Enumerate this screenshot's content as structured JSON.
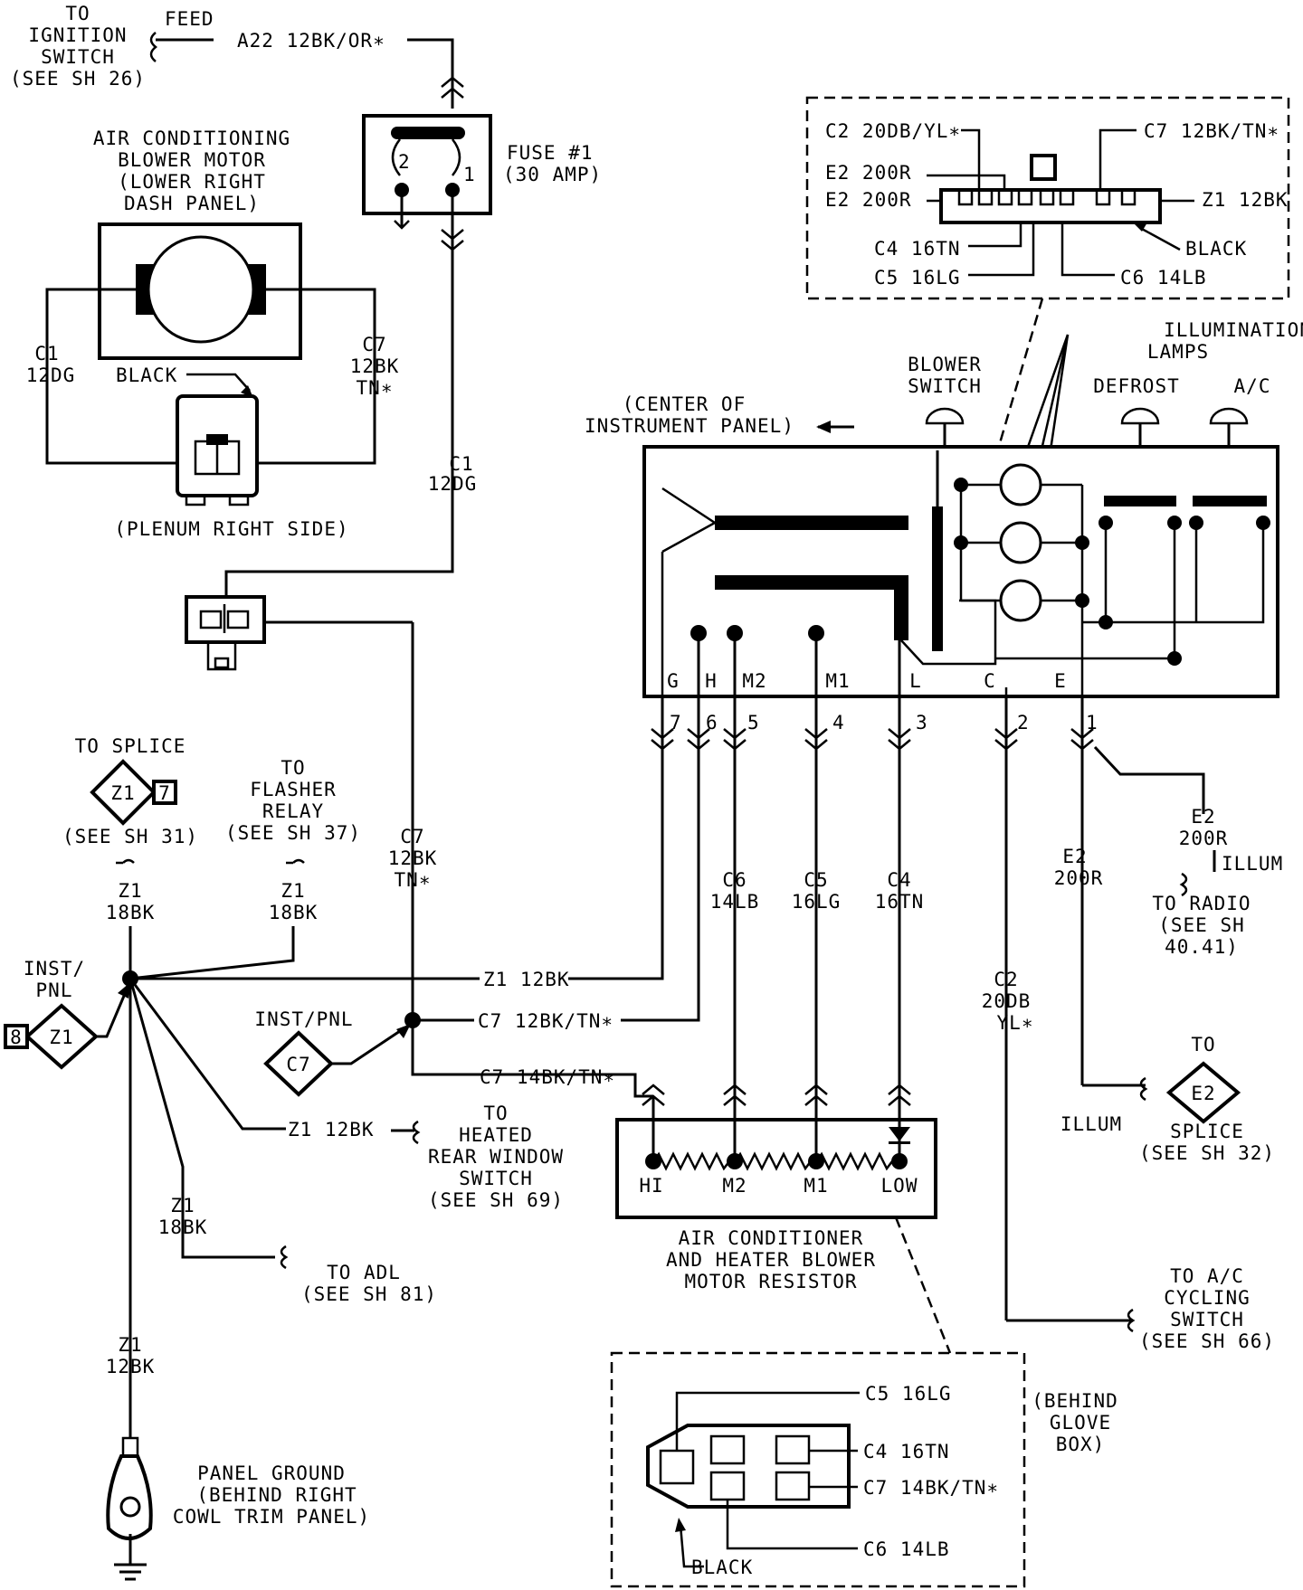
{
  "labels": {
    "ign_1": "TO",
    "ign_2": "IGNITION",
    "ign_3": "SWITCH",
    "ign_4": "(SEE SH 26)",
    "feed": "FEED",
    "a22": "A22 12BK/OR∗",
    "fuse_1": "FUSE #1",
    "fuse_2": "(30 AMP)",
    "fuse_pin2": "2",
    "fuse_pin1": "1",
    "motor_1": "AIR CONDITIONING",
    "motor_2": "BLOWER MOTOR",
    "motor_3": "(LOWER RIGHT",
    "motor_4": "DASH PANEL)",
    "c1_left_1": "C1",
    "c1_left_2": "12DG",
    "black_top": "BLACK",
    "c7_right_1": "C7",
    "c7_right_2": "12BK",
    "c7_right_3": "TN∗",
    "plenum": "(PLENUM RIGHT SIDE)",
    "c1_mid_1": "C1",
    "c1_mid_2": "12DG",
    "conn_c2": "C2 20DB/YL∗",
    "conn_c7": "C7 12BK/TN∗",
    "conn_e2a": "E2 200R",
    "conn_e2b": "E2 200R",
    "conn_z1": "Z1 12BK",
    "conn_c4": "C4 16TN",
    "conn_black": "BLACK",
    "conn_c5": "C5 16LG",
    "conn_c6": "C6 14LB",
    "illum_1": "ILLUMINATION",
    "illum_2": "LAMPS",
    "blower_sw_1": "BLOWER",
    "blower_sw_2": "SWITCH",
    "defrost": "DEFROST",
    "ac": "A/C",
    "center_1": "(CENTER OF",
    "center_2": "INSTRUMENT PANEL)",
    "pin_g": "G",
    "pin_h": "H",
    "pin_m2": "M2",
    "pin_m1": "M1",
    "pin_l": "L",
    "pin_c": "C",
    "pin_e": "E",
    "n7": "7",
    "n6": "6",
    "n5": "5",
    "n4": "4",
    "n3": "3",
    "n2": "2",
    "n1": "1",
    "splice_1": "TO SPLICE",
    "splice_z1": "Z1",
    "splice_7": "7",
    "splice_2": "(SEE SH 31)",
    "flasher_1": "TO",
    "flasher_2": "FLASHER",
    "flasher_3": "RELAY",
    "flasher_4": "(SEE SH 37)",
    "c7_vert_1": "C7",
    "c7_vert_2": "12BK",
    "c7_vert_3": "TN∗",
    "z1a_1": "Z1",
    "z1a_2": "18BK",
    "z1b_1": "Z1",
    "z1b_2": "18BK",
    "e2_right_1": "E2",
    "e2_right_2": "200R",
    "illum_r": "ILLUM",
    "radio_1": "TO RADIO",
    "radio_2": "(SEE SH",
    "radio_3": "40.41)",
    "e2_mid_1": "E2",
    "e2_mid_2": "200R",
    "c6_1": "C6",
    "c6_2": "14LB",
    "c5_1": "C5",
    "c5_2": "16LG",
    "c4_1": "C4",
    "c4_2": "16TN",
    "inst_pnl_1": "INST/",
    "inst_pnl_2": "PNL",
    "z1_diamond": "Z1",
    "z1_8": "8",
    "z1_12bk_a": "Z1 12BK",
    "c7_12bk_tn": "C7 12BK/TN∗",
    "inst_pnl_c7": "INST/PNL",
    "c7_diamond": "C7",
    "c7_14bk_tn": "C7 14BK/TN∗",
    "c2_mid_1": "C2",
    "c2_mid_2": "20DB",
    "c2_mid_3": "YL∗",
    "to_e2": "TO",
    "e2_diamond": "E2",
    "illum_low": "ILLUM",
    "e2_splice_1": "SPLICE",
    "e2_splice_2": "(SEE SH 32)",
    "z1_12bk_b": "Z1 12BK",
    "heated_1": "TO",
    "heated_2": "HEATED",
    "heated_3": "REAR WINDOW",
    "heated_4": "SWITCH",
    "heated_5": "(SEE SH 69)",
    "res_hi": "HI",
    "res_m2": "M2",
    "res_m1": "M1",
    "res_low": "LOW",
    "resistor_1": "AIR CONDITIONER",
    "resistor_2": "AND HEATER BLOWER",
    "resistor_3": "MOTOR RESISTOR",
    "z1c_1": "Z1",
    "z1c_2": "18BK",
    "adl_1": "TO ADL",
    "adl_2": "(SEE SH 81)",
    "cyc_1": "TO A/C",
    "cyc_2": "CYCLING",
    "cyc_3": "SWITCH",
    "cyc_4": "(SEE SH 66)",
    "z1d_1": "Z1",
    "z1d_2": "12BK",
    "ground_1": "PANEL GROUND",
    "ground_2": "(BEHIND RIGHT",
    "ground_3": "COWL TRIM PANEL)",
    "rc_c5": "C5 16LG",
    "glove_1": "(BEHIND",
    "glove_2": "GLOVE",
    "glove_3": "BOX)",
    "rc_c4": "C4 16TN",
    "rc_c7": "C7 14BK/TN∗",
    "rc_c6": "C6 14LB",
    "rc_black": "BLACK"
  }
}
